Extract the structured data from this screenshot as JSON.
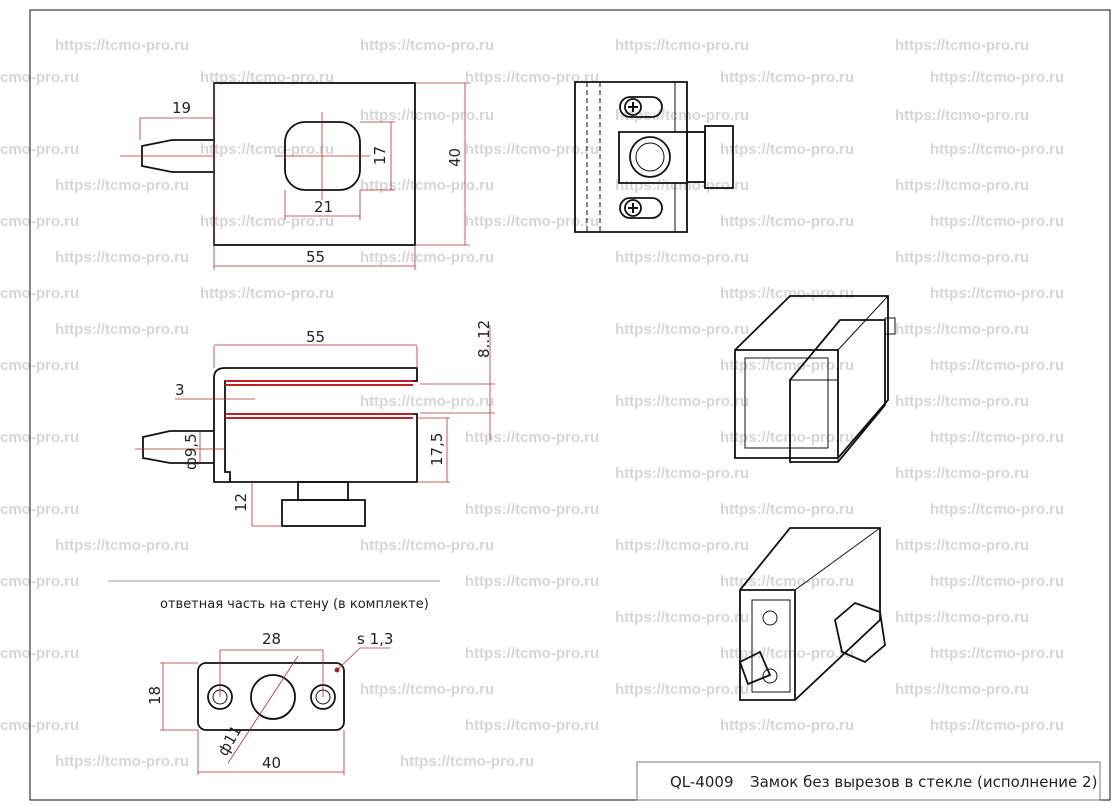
{
  "watermark": "https://tcmo-pro.ru",
  "watermark_partial": "cmo-pro.ru",
  "title_block": {
    "code": "QL-4009",
    "title": "Замок без вырезов в стекле (исполнение 2)"
  },
  "top_view_dims": {
    "pin_length": "19",
    "slot_height": "17",
    "height": "40",
    "slot_width": "21",
    "width": "55"
  },
  "side_view_dims": {
    "width": "55",
    "glass_range": "8..12",
    "wall": "3",
    "pin_diameter": "ф9,5",
    "body_height": "17,5",
    "knob_offset": "12"
  },
  "strike_plate": {
    "caption": "ответная часть на стену (в комплекте)",
    "hole_spacing": "28",
    "thickness": "s 1,3",
    "height": "18",
    "hole_diameter": "ф11",
    "width": "40"
  },
  "colors": {
    "line": "#111111",
    "dimension": "#b03030",
    "watermark": "#d6d6d6"
  }
}
